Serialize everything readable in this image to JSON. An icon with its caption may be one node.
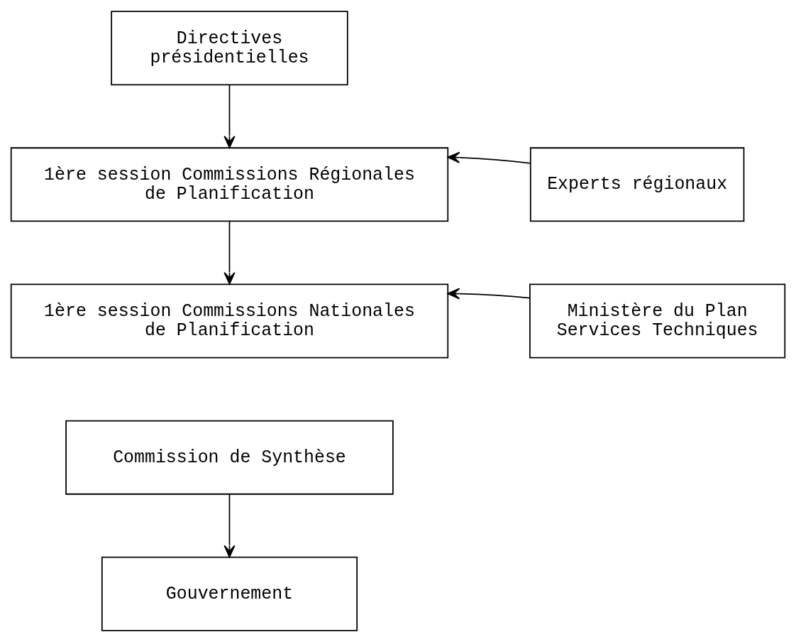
{
  "diagram": {
    "nodes": [
      {
        "text": [
          "Directives présidentielles"
        ]
      },
      {
        "text": [
          "1ère session Commissions Régionales de Planification"
        ]
      },
      {
        "text": [
          "Experts régionaux"
        ]
      },
      {
        "text": [
          "1ère session Commissions Nationales de Planification"
        ]
      },
      {
        "text": [
          "Ministère du Plan Services Techniques"
        ]
      },
      {
        "text": [
          "Commission de Synthèse"
        ]
      },
      {
        "text": [
          "Gouvernement"
        ]
      }
    ],
    "edges": [
      {
        "from": 0,
        "to": 1,
        "arrow": "to"
      },
      {
        "from": 2,
        "to": 1,
        "arrow": "to"
      },
      {
        "from": 1,
        "to": 3,
        "arrow": "to"
      },
      {
        "from": 4,
        "to": 3,
        "arrow": "to"
      },
      {
        "from": 5,
        "to": 6,
        "arrow": "to"
      }
    ]
  }
}
